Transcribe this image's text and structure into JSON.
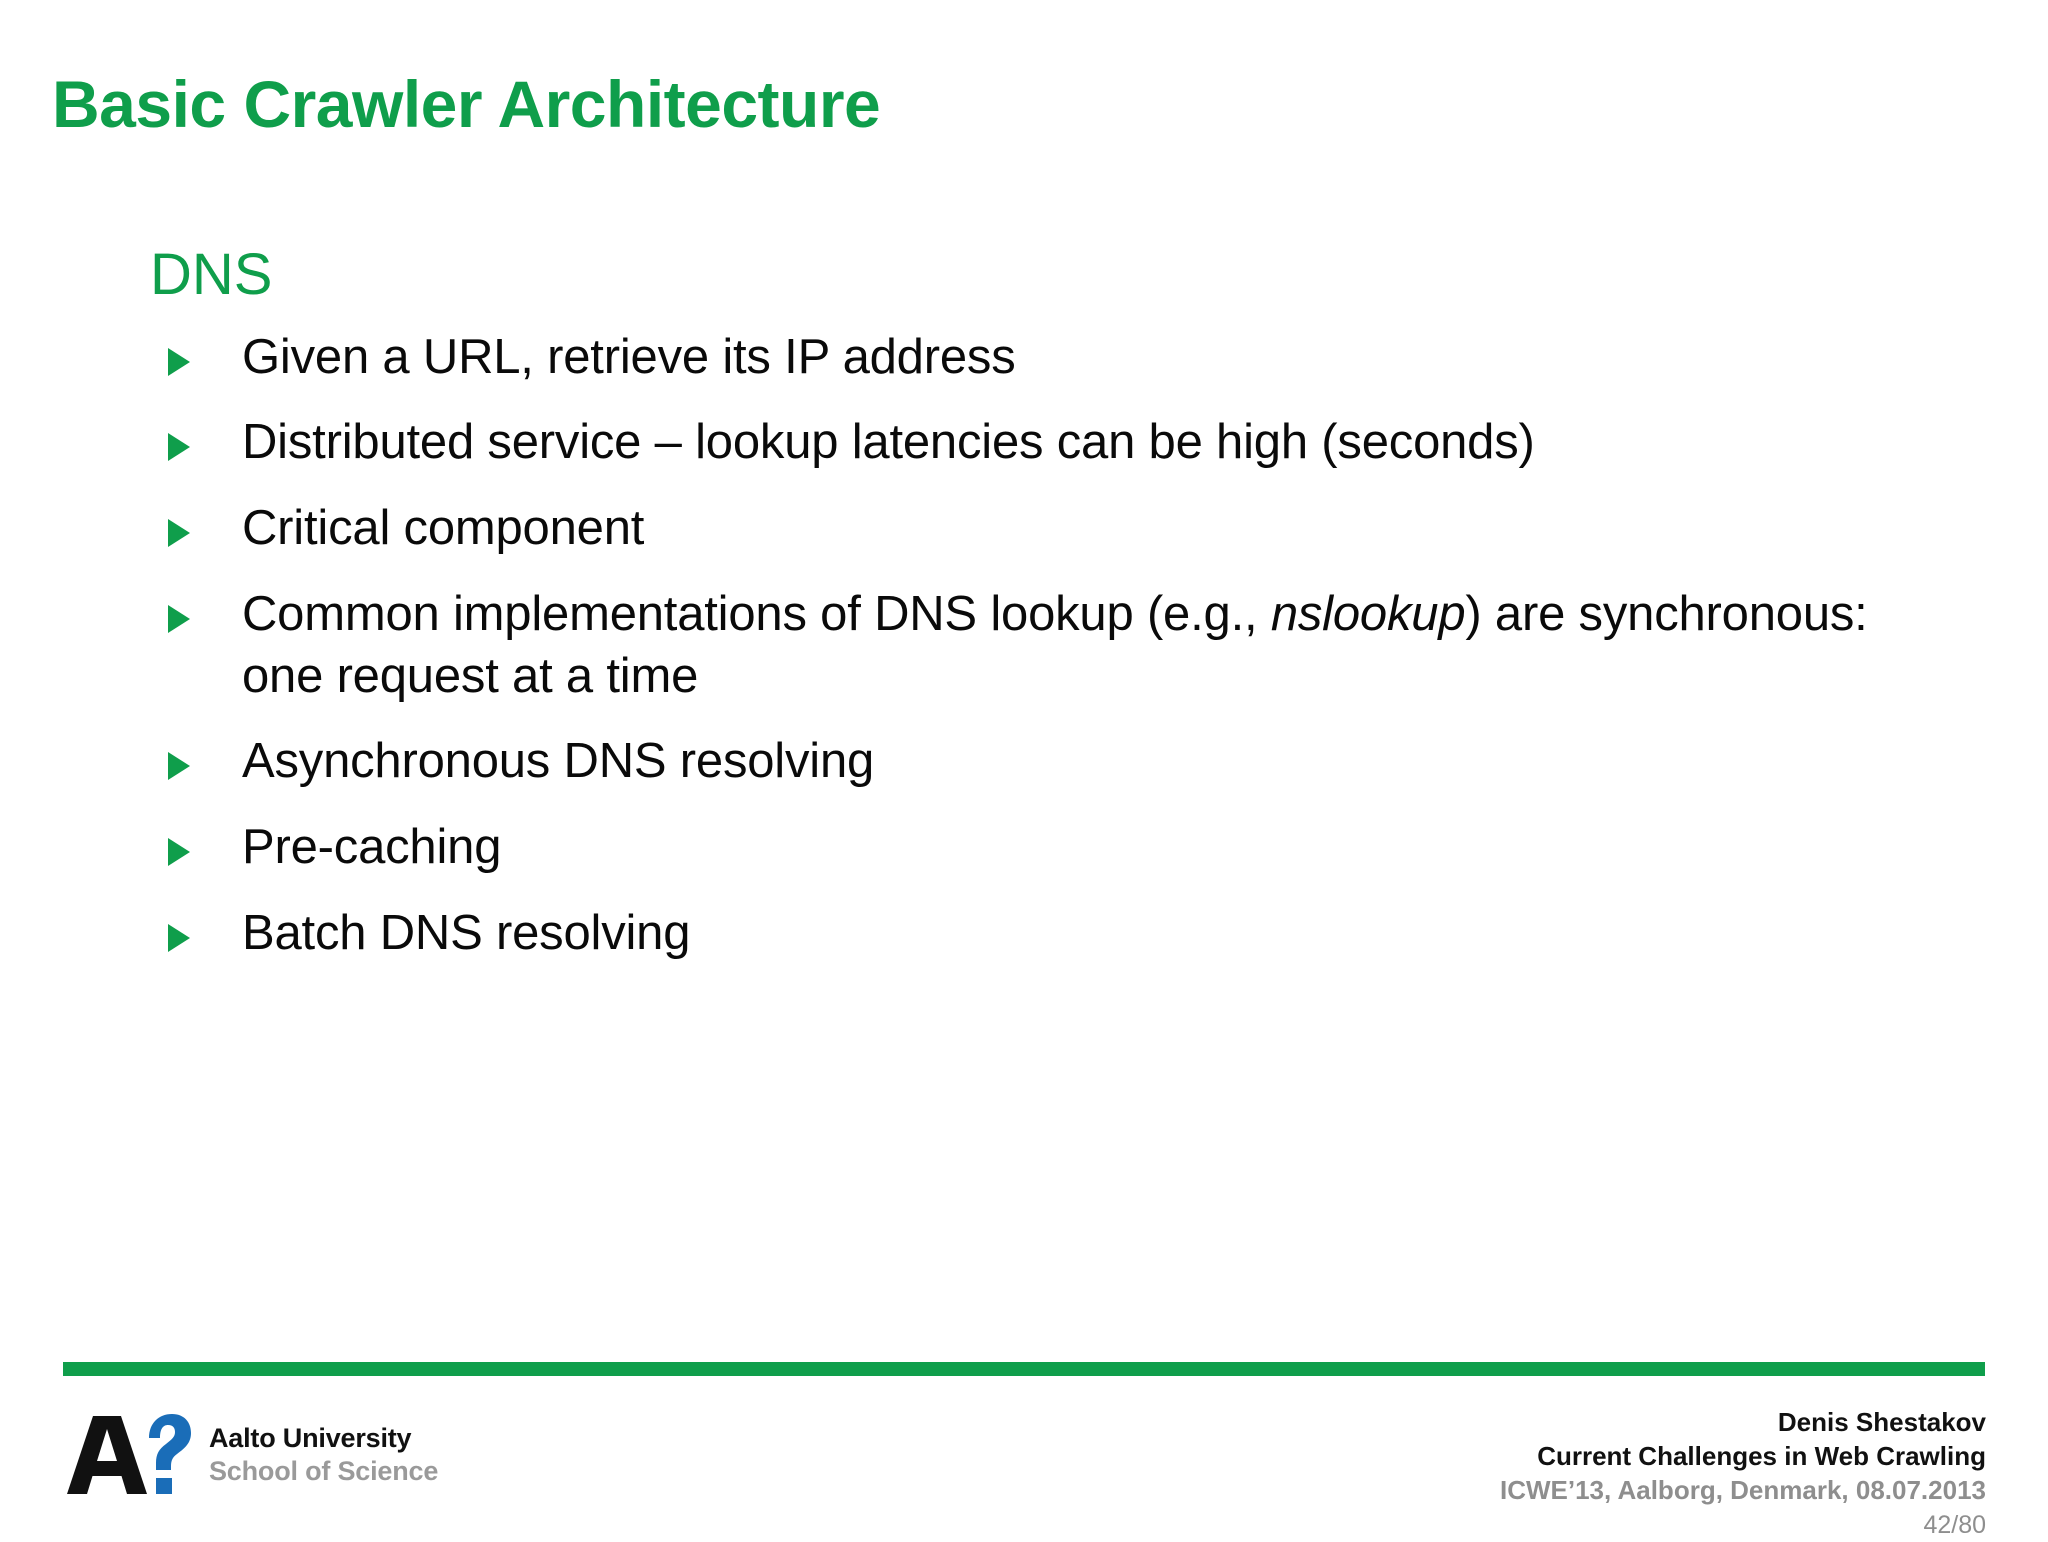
{
  "slide": {
    "title": "Basic Crawler Architecture",
    "section_heading": "DNS",
    "bullet_glyph": "triangle-right",
    "bullets": [
      {
        "text": "Given a URL, retrieve its IP address"
      },
      {
        "text": "Distributed service – lookup latencies can be high (seconds)"
      },
      {
        "text": "Critical component"
      },
      {
        "segments": [
          {
            "text": "Common implementations of DNS lookup (e.g., ",
            "style": "normal"
          },
          {
            "text": "nslookup",
            "style": "italic"
          },
          {
            "text": ") are synchronous: one request at a time",
            "style": "normal"
          }
        ]
      },
      {
        "text": "Asynchronous DNS resolving"
      },
      {
        "text": "Pre-caching"
      },
      {
        "text": "Batch DNS resolving"
      }
    ]
  },
  "footer": {
    "logo": {
      "letter": "A",
      "symbol": "?",
      "org_line1": "Aalto University",
      "org_line2": "School of Science"
    },
    "credits": {
      "author": "Denis Shestakov",
      "talk": "Current Challenges in Web Crawling",
      "venue": "ICWE’13, Aalborg, Denmark, 08.07.2013",
      "page": "42/80"
    }
  },
  "colors": {
    "accent_green": "#0f9e4b",
    "logo_blue": "#1a6db8",
    "logo_black": "#111111",
    "muted_gray": "#9a9a9a",
    "body_text": "#0a0a0a",
    "background": "#ffffff"
  }
}
